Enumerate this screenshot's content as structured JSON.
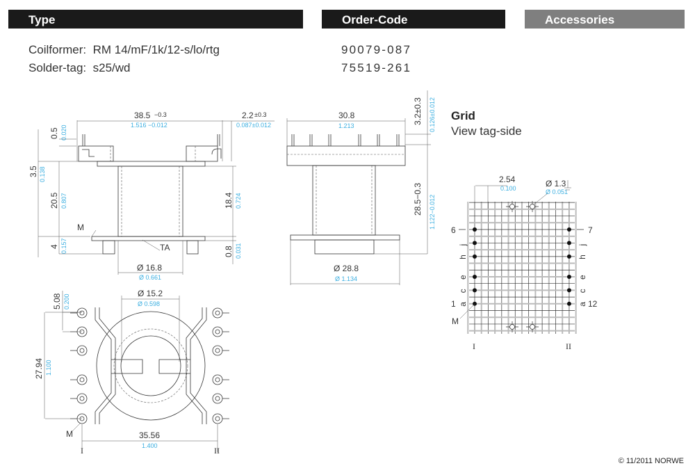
{
  "header": {
    "type": "Type",
    "order_code": "Order-Code",
    "accessories": "Accessories"
  },
  "items": [
    {
      "label": "Coilformer:",
      "value": "RM 14/mF/1k/12-s/lo/rtg",
      "code": "90079-087"
    },
    {
      "label": "Solder-tag:",
      "value": "s25/wd",
      "code": "75519-261"
    }
  ],
  "side_view": {
    "width": "38.5",
    "width_tol": "−0.3",
    "width_in": "1.516 −0.012",
    "offset": "2.2",
    "offset_tol": "±0.3",
    "offset_in": "0.087±0.012",
    "pin_top": "0.5",
    "pin_top_in": "0.020",
    "flange": "3.5",
    "flange_in": "0.138",
    "height": "20.5",
    "height_in": "0.807",
    "inner": "18.4",
    "inner_in": "0.724",
    "pin_len": "4",
    "pin_len_in": "0.157",
    "base": "0.8",
    "base_in": "0.031",
    "dia": "Ø 16.8",
    "dia_in": "Ø 0.661",
    "mark_m": "M",
    "mark_ta": "TA"
  },
  "front_view": {
    "width": "30.8",
    "width_in": "1.213",
    "pin": "3.2±0.3",
    "pin_in": "0.126±0.012",
    "height": "28.5−0.3",
    "height_in": "1.122−0.012",
    "dia": "Ø 28.8",
    "dia_in": "Ø 1.134"
  },
  "bottom_view": {
    "pitch": "5.08",
    "pitch_in": "0.200",
    "dia": "Ø 15.2",
    "dia_in": "Ø 0.598",
    "span": "27.94",
    "span_in": "1.100",
    "width": "35.56",
    "width_in": "1.400",
    "mark_m": "M",
    "row_1": "I",
    "row_2": "II"
  },
  "grid": {
    "title": "Grid",
    "subtitle": "View tag-side",
    "pitch": "2.54",
    "pitch_in": "0.100",
    "hole": "Ø 1.3",
    "hole_in": "Ø 0.051",
    "pin_6": "6",
    "pin_7": "7",
    "pin_1": "1",
    "pin_12": "12",
    "letters": [
      "j",
      "h",
      "e",
      "c",
      "a"
    ],
    "mark_m": "M",
    "row_1": "I",
    "row_2": "II"
  },
  "footer": {
    "copyright": "© 11/2011 NORWE"
  },
  "colors": {
    "header": "#1a1a1a",
    "accessories": "#7f7f7f",
    "inch": "#3aaee0"
  }
}
